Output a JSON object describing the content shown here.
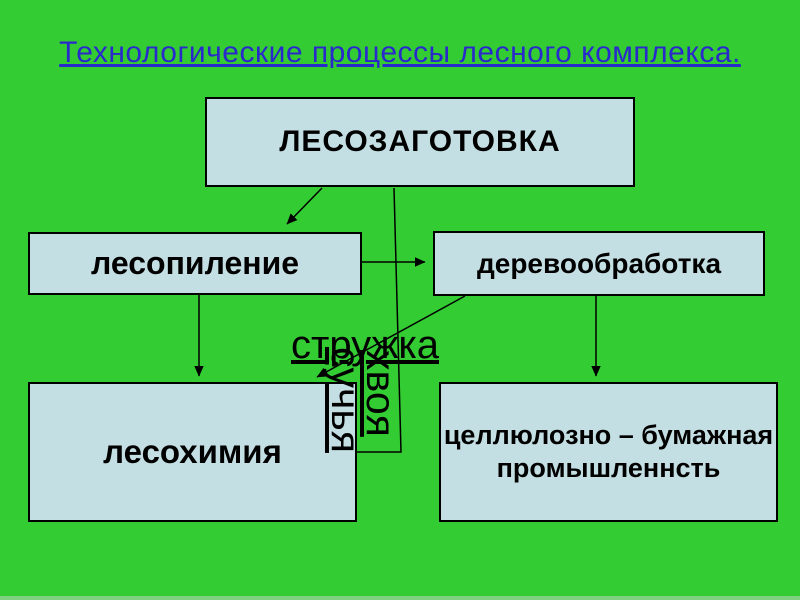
{
  "colors": {
    "background": "#33CC33",
    "box_fill": "#C4DFE3",
    "box_border": "#000000",
    "title_color": "#2929CC",
    "diagram_text_color": "#000000"
  },
  "title": {
    "text": "Технологические процессы лесного комплекса."
  },
  "boxes": {
    "lesozagotovka": {
      "label": "ЛЕСОЗАГОТОВКА"
    },
    "lesopilenie": {
      "label": "лесопиление"
    },
    "derevoobrabotka": {
      "label": "деревообработка"
    },
    "lesokhimiya": {
      "label": "лесохимия"
    },
    "cellulozno": {
      "line1": "целлюлозно – бумажная",
      "line2": "промышленнсть"
    }
  },
  "flow_labels": {
    "struzhka": "стружка",
    "suchya": "сучья",
    "khvoya": "хвоя"
  }
}
